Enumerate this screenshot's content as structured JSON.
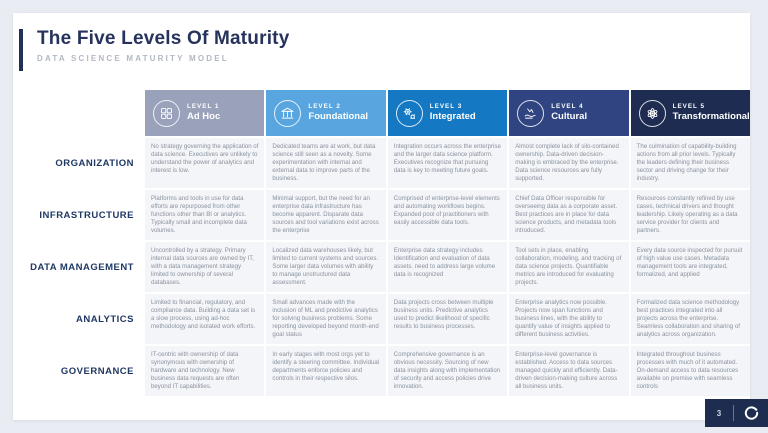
{
  "slide": {
    "title": "The Five Levels Of Maturity",
    "subtitle": "DATA SCIENCE MATURITY MODEL",
    "page_number": "3"
  },
  "palette": {
    "level1": "#99a1bb",
    "level2": "#58a5df",
    "level3": "#1478c2",
    "level4": "#2f4480",
    "level5": "#1d2c50",
    "title_navy": "#27335c",
    "row_label_navy": "#1f3864",
    "body_text_gray": "#8b929d",
    "cell_bg": "#f3f5f8",
    "page_bg": "#e9edf3"
  },
  "table": {
    "levels": [
      {
        "label": "LEVEL 1",
        "name": "Ad Hoc",
        "icon": "puzzle-icon"
      },
      {
        "label": "LEVEL 2",
        "name": "Foundational",
        "icon": "bank-icon"
      },
      {
        "label": "LEVEL 3",
        "name": "Integrated",
        "icon": "gears-icon"
      },
      {
        "label": "LEVEL 4",
        "name": "Cultural",
        "icon": "hand-care-icon"
      },
      {
        "label": "LEVEL 5",
        "name": "Transformational",
        "icon": "atom-icon"
      }
    ],
    "rows": [
      {
        "label": "ORGANIZATION",
        "cells": [
          "No strategy governing the application of data science. Executives are unlikely to understand the power of analytics and interest is low.",
          "Dedicated teams are at work, but data science still seen as a novelty. Some experimentation with internal and external data to improve parts of the business.",
          "Integration occurs across the enterprise and the larger data science platform. Executives recognize that pursuing data is key to meeting future goals.",
          "Almost complete lack of silo-contained ownership. Data-driven decision-making is embraced by the enterprise. Data science resources are fully supported.",
          "The culmination of capability-building actions from all prior levels. Typically the leaders defining their business sector and driving change for their industry."
        ]
      },
      {
        "label": "INFRASTRUCTURE",
        "cells": [
          "Platforms and tools in use for data efforts are repurposed from other functions other than BI or analytics. Typically small and incomplete data volumes.",
          "Minimal support, but the need for an enterprise data infrastructure has become apparent. Disparate data sources and tool variations exist across the enterprise",
          "Comprised of enterprise-level elements and automating workflows begins. Expanded pool of practitioners with easily accessible data tools.",
          "Chief Data Officer responsible for overseeing data as a corporate asset. Best practices are in place for data science products, and metadata tools introduced.",
          "Resources constantly refined by use cases, technical drivers and thought leadership. Likely operating as a data service provider for clients and partners."
        ]
      },
      {
        "label": "DATA MANAGEMENT",
        "cells": [
          "Uncontrolled by a strategy. Primary internal data sources are owned by IT, with a data management strategy limited to ownership of several databases.",
          "Localized data warehouses likely, but limited to current systems and sources. Some larger data volumes with ability to manage unstructured data assessment.",
          "Enterprise data strategy includes Identification and evaluation of data assets. need to address large volume data is recognized",
          "Tool sets in place, enabling collaboration, modeling, and tracking of data science projects. Quantifiable metrics are introduced for evaluating projects.",
          "Every data source inspected for pursuit of high value use cases. Metadata management tools are integrated, formalized, and applied"
        ]
      },
      {
        "label": "ANALYTICS",
        "cells": [
          "Limited to financial, regulatory, and compliance data. Building a data set is a slow process, using ad-hoc methodology and isolated work efforts.",
          "Small advances made with the inclusion of ML and predictive analytics for solving business problems. Some reporting developed beyond month-end goal status",
          "Data projects cross between multiple business units. Predictive analytics used to predict likelihood of specific results to business processes.",
          "Enterprise analytics now possible. Projects now span functions and business lines, with the ability to quantify value of insights applied to different business activities.",
          "Formalized data science methodology best practices integrated into all projects across the enterprise. Seamless collaboration and sharing of analytics across organization."
        ]
      },
      {
        "label": "GOVERNANCE",
        "cells": [
          "IT-centric with ownership of data synonymous with ownership of hardware and technology. New business data requests are often beyond IT capabilities.",
          "In early stages with most orgs yet to identify a steering committee. Individual departments enforce policies and controls in their respective silos.",
          "Comprehensive governance is an obvious necessity. Sourcing of new data insights along with implementation of security and access policies drive innovation.",
          "Enterprise-level governance is established. Access to data sources managed quickly and efficiently. Data-driven decision-making culture across all business units.",
          "Integrated throughout business processes with much of it automated. On-demand access to data resources available on premise with seamless controls"
        ]
      }
    ]
  }
}
